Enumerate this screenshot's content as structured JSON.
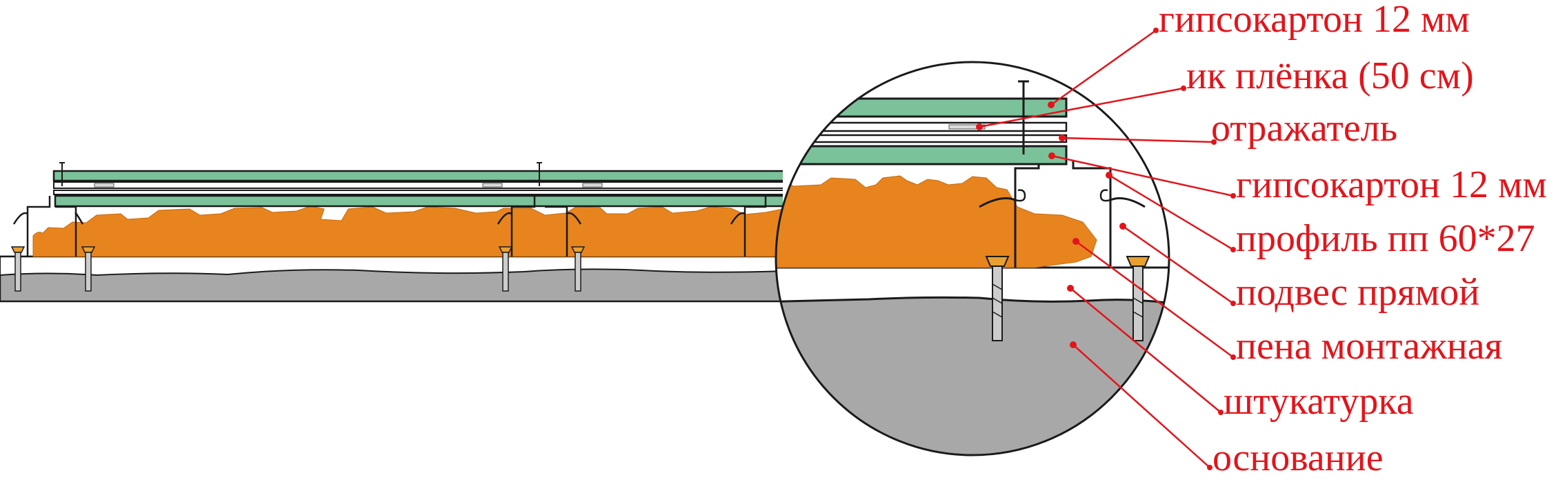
{
  "colors": {
    "board": "#7bc29a",
    "foam": "#e8841e",
    "concrete": "#a8a8a8",
    "plaster": "#ffffff",
    "callout": "#e3141b",
    "outline": "#1a1a1a"
  },
  "labels": [
    {
      "id": "gkl-top",
      "text": "гипсокартон 12 мм"
    },
    {
      "id": "ir-film",
      "text": "ик плёнка (50 см)"
    },
    {
      "id": "reflector",
      "text": "отражатель"
    },
    {
      "id": "gkl-bottom",
      "text": "гипсокартон 12 мм"
    },
    {
      "id": "profile",
      "text": "профиль пп 60*27"
    },
    {
      "id": "hanger",
      "text": "подвес прямой"
    },
    {
      "id": "foam",
      "text": "пена монтажная"
    },
    {
      "id": "plaster",
      "text": "штукатурка"
    },
    {
      "id": "base",
      "text": "основание"
    }
  ]
}
